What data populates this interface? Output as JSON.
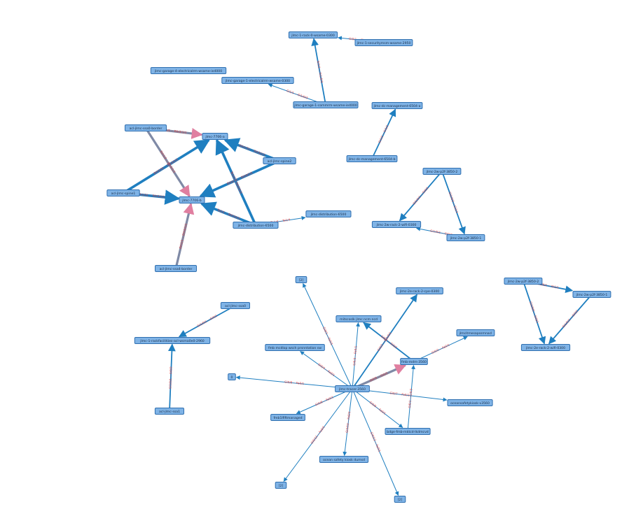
{
  "colors": {
    "node_fill": "#7fb3e6",
    "node_stroke": "#2f6fb0",
    "edge_blue": "#1f7fc0",
    "edge_gray": "#7f8aa6",
    "edge_label": "#e03c3c",
    "arrow_pink": "#e07fa0"
  },
  "nodes": [
    {
      "id": "n1",
      "label": "jlmc-1-rack-0-wsame-0300"
    },
    {
      "id": "n2",
      "label": "jlmc-1-securitymsm-wsame-2950"
    },
    {
      "id": "n3",
      "label": "jlmc-garage-4-electricalrm-wsame-ie4000"
    },
    {
      "id": "n4",
      "label": "jlmc-garage-1-electricalrm-wsame-0300"
    },
    {
      "id": "n5",
      "label": "jlmc-garage-1-commrm-wsame-ie4000"
    },
    {
      "id": "n6",
      "label": "jlmc-dc-management-6504-a"
    },
    {
      "id": "n7",
      "label": "jlmc-dc-management-6504-b"
    },
    {
      "id": "n8",
      "label": "acl-jlmc-ssa0-border"
    },
    {
      "id": "n9",
      "label": "jlmc-7706-a"
    },
    {
      "id": "n10",
      "label": "acl-jlmc-spine2"
    },
    {
      "id": "n11",
      "label": "acl-jlmc-spine1"
    },
    {
      "id": "n12",
      "label": "jlmc-7706-b"
    },
    {
      "id": "n13",
      "label": "jlmc-distribution-6500"
    },
    {
      "id": "n14",
      "label": "jlmc-distribution-6500"
    },
    {
      "id": "n15",
      "label": "acl-jlmc-ssa4-border"
    },
    {
      "id": "n16",
      "label": "jlmc-2w-p2f-3850-2"
    },
    {
      "id": "n17",
      "label": "jlmc-2w-rack-2-wifi-0300"
    },
    {
      "id": "n18",
      "label": "jlmc-2w-p2f-3850-1"
    },
    {
      "id": "n19",
      "label": "[2]"
    },
    {
      "id": "n20",
      "label": "jlmc-2e-rack-2-cpe-0300"
    },
    {
      "id": "n21",
      "label": "jlmc-2w-p2f-3850-2"
    },
    {
      "id": "n22",
      "label": "jlmc-2w-p2f-3850-1"
    },
    {
      "id": "n23",
      "label": "acl-jlmc-ssa0"
    },
    {
      "id": "n24",
      "label": "mitscoslk jlmc ncm ncd"
    },
    {
      "id": "n25",
      "label": "jlmc-1-rackfacilitiies-acl-wsma0e0-2960"
    },
    {
      "id": "n26",
      "label": "jlmcitmesapssmnacl"
    },
    {
      "id": "n27",
      "label": "jlmc-2e-rack-2-wifi-0300"
    },
    {
      "id": "n28",
      "label": "fmb mcdlop wsch prsnntation sw"
    },
    {
      "id": "n29",
      "label": "fmb-mdm-3560"
    },
    {
      "id": "n30",
      "label": "0"
    },
    {
      "id": "n31",
      "label": "jlmc-tracer-3560"
    },
    {
      "id": "n32",
      "label": "oceansafetykiosk-v3560"
    },
    {
      "id": "n33",
      "label": "acl-jlmc-ssa1"
    },
    {
      "id": "n34",
      "label": "fmb1lfiftmanaged"
    },
    {
      "id": "n35",
      "label": "bdge-fmb-mktcd-lkdmcvd"
    },
    {
      "id": "n36",
      "label": "ocean safety kiosk dumsd"
    },
    {
      "id": "n37",
      "label": "[2]"
    },
    {
      "id": "n38",
      "label": "[2]"
    }
  ],
  "edges": [
    {
      "from": "n2",
      "to": "n1",
      "label": "Gi0/1 -- Gi1/0/24",
      "style": "thin"
    },
    {
      "from": "n5",
      "to": "n1",
      "label": "Gi1/1 -- Gi1/0/2",
      "style": "medium"
    },
    {
      "from": "n5",
      "to": "n4",
      "label": "Gi1/1 -- Gi1/0/3",
      "style": "thin"
    },
    {
      "from": "n7",
      "to": "n6",
      "label": "Gi1/2 -- Gi1/1",
      "style": "medium"
    },
    {
      "from": "n8",
      "to": "n9",
      "label": "Eth1/1 -- Eth3/1/1",
      "style": "gray"
    },
    {
      "from": "n8",
      "to": "n12",
      "label": "Eth1/2 -- Eth3/1/1",
      "style": "gray"
    },
    {
      "from": "n10",
      "to": "n9",
      "label": "Eth1/31 -- Eth3/1/1",
      "style": "thick"
    },
    {
      "from": "n10",
      "to": "n12",
      "label": "Eth1/31 -- Eth3/1/1",
      "style": "thick"
    },
    {
      "from": "n11",
      "to": "n9",
      "label": "Eth1/31 -- Eth3/1/1",
      "style": "thick"
    },
    {
      "from": "n11",
      "to": "n12",
      "label": "Eth1/31 -- Eth3/1/1",
      "style": "thick"
    },
    {
      "from": "n13",
      "to": "n9",
      "label": "Te1/2 -- Eth3/1/1",
      "style": "thick"
    },
    {
      "from": "n13",
      "to": "n12",
      "label": "Te1/1 -- Eth3/1/1",
      "style": "thick"
    },
    {
      "from": "n13",
      "to": "n14",
      "label": "Te1/4 -- Te1/4",
      "style": "thin"
    },
    {
      "from": "n15",
      "to": "n12",
      "label": "Eth1/1 -- Eth3/1/1",
      "style": "gray"
    },
    {
      "from": "n16",
      "to": "n17",
      "label": "Gi1/0/1 -- Gi0/1",
      "style": "medium"
    },
    {
      "from": "n16",
      "to": "n18",
      "label": "Gi1/0/2 -- Gi1/1",
      "style": "medium"
    },
    {
      "from": "n18",
      "to": "n17",
      "label": "Gi1/0/1 -- Gi0/2",
      "style": "thin"
    },
    {
      "from": "n21",
      "to": "n22",
      "label": "Gi1/0/1 -- Gi1/1",
      "style": "medium"
    },
    {
      "from": "n21",
      "to": "n27",
      "label": "Gi1/0/1 -- Gi0/1",
      "style": "medium"
    },
    {
      "from": "n22",
      "to": "n27",
      "label": "Gi1/0/1 -- Gi0/2",
      "style": "medium"
    },
    {
      "from": "n23",
      "to": "n25",
      "label": "Gi1/0/1 -- Gi0/1",
      "style": "medium"
    },
    {
      "from": "n33",
      "to": "n25",
      "label": "Gi1/0/1 -- Gi0/2",
      "style": "medium"
    },
    {
      "from": "n31",
      "to": "n19",
      "label": "Gi0/1 -- Fa0/1",
      "style": "thin"
    },
    {
      "from": "n31",
      "to": "n20",
      "label": "Gi0/2 -- Gi1/0/1",
      "style": "medium"
    },
    {
      "from": "n31",
      "to": "n24",
      "label": "Gi0/3 -- Fa0/1",
      "style": "thin"
    },
    {
      "from": "n31",
      "to": "n28",
      "label": "Gi0/4 -- Fa0/1",
      "style": "thin"
    },
    {
      "from": "n31",
      "to": "n29",
      "label": "Gi0/5 -- Gi0/1",
      "style": "gray"
    },
    {
      "from": "n31",
      "to": "n30",
      "label": "Gi0/6 -- Fa0/1",
      "style": "thin"
    },
    {
      "from": "n31",
      "to": "n32",
      "label": "Gi0/7 -- Fa0/1",
      "style": "thin"
    },
    {
      "from": "n31",
      "to": "n34",
      "label": "Gi0/8 -- Fa0/1",
      "style": "thin"
    },
    {
      "from": "n31",
      "to": "n35",
      "label": "Gi0/9 -- Fa0/1",
      "style": "thin"
    },
    {
      "from": "n31",
      "to": "n36",
      "label": "Gi0/10 -- Fa0/1",
      "style": "thin"
    },
    {
      "from": "n31",
      "to": "n37",
      "label": "Gi0/11 -- Fa0/1",
      "style": "thin"
    },
    {
      "from": "n31",
      "to": "n38",
      "label": "Gi0/12 -- Fa0/1",
      "style": "thin"
    },
    {
      "from": "n29",
      "to": "n24",
      "label": "Gi0/1 -- Gi0/2",
      "style": "medium"
    },
    {
      "from": "n29",
      "to": "n26",
      "label": "Gi0/2 -- Fa0/1",
      "style": "thin"
    },
    {
      "from": "n35",
      "to": "n29",
      "label": "Gi0/1 -- Gi0/3",
      "style": "thin"
    }
  ]
}
